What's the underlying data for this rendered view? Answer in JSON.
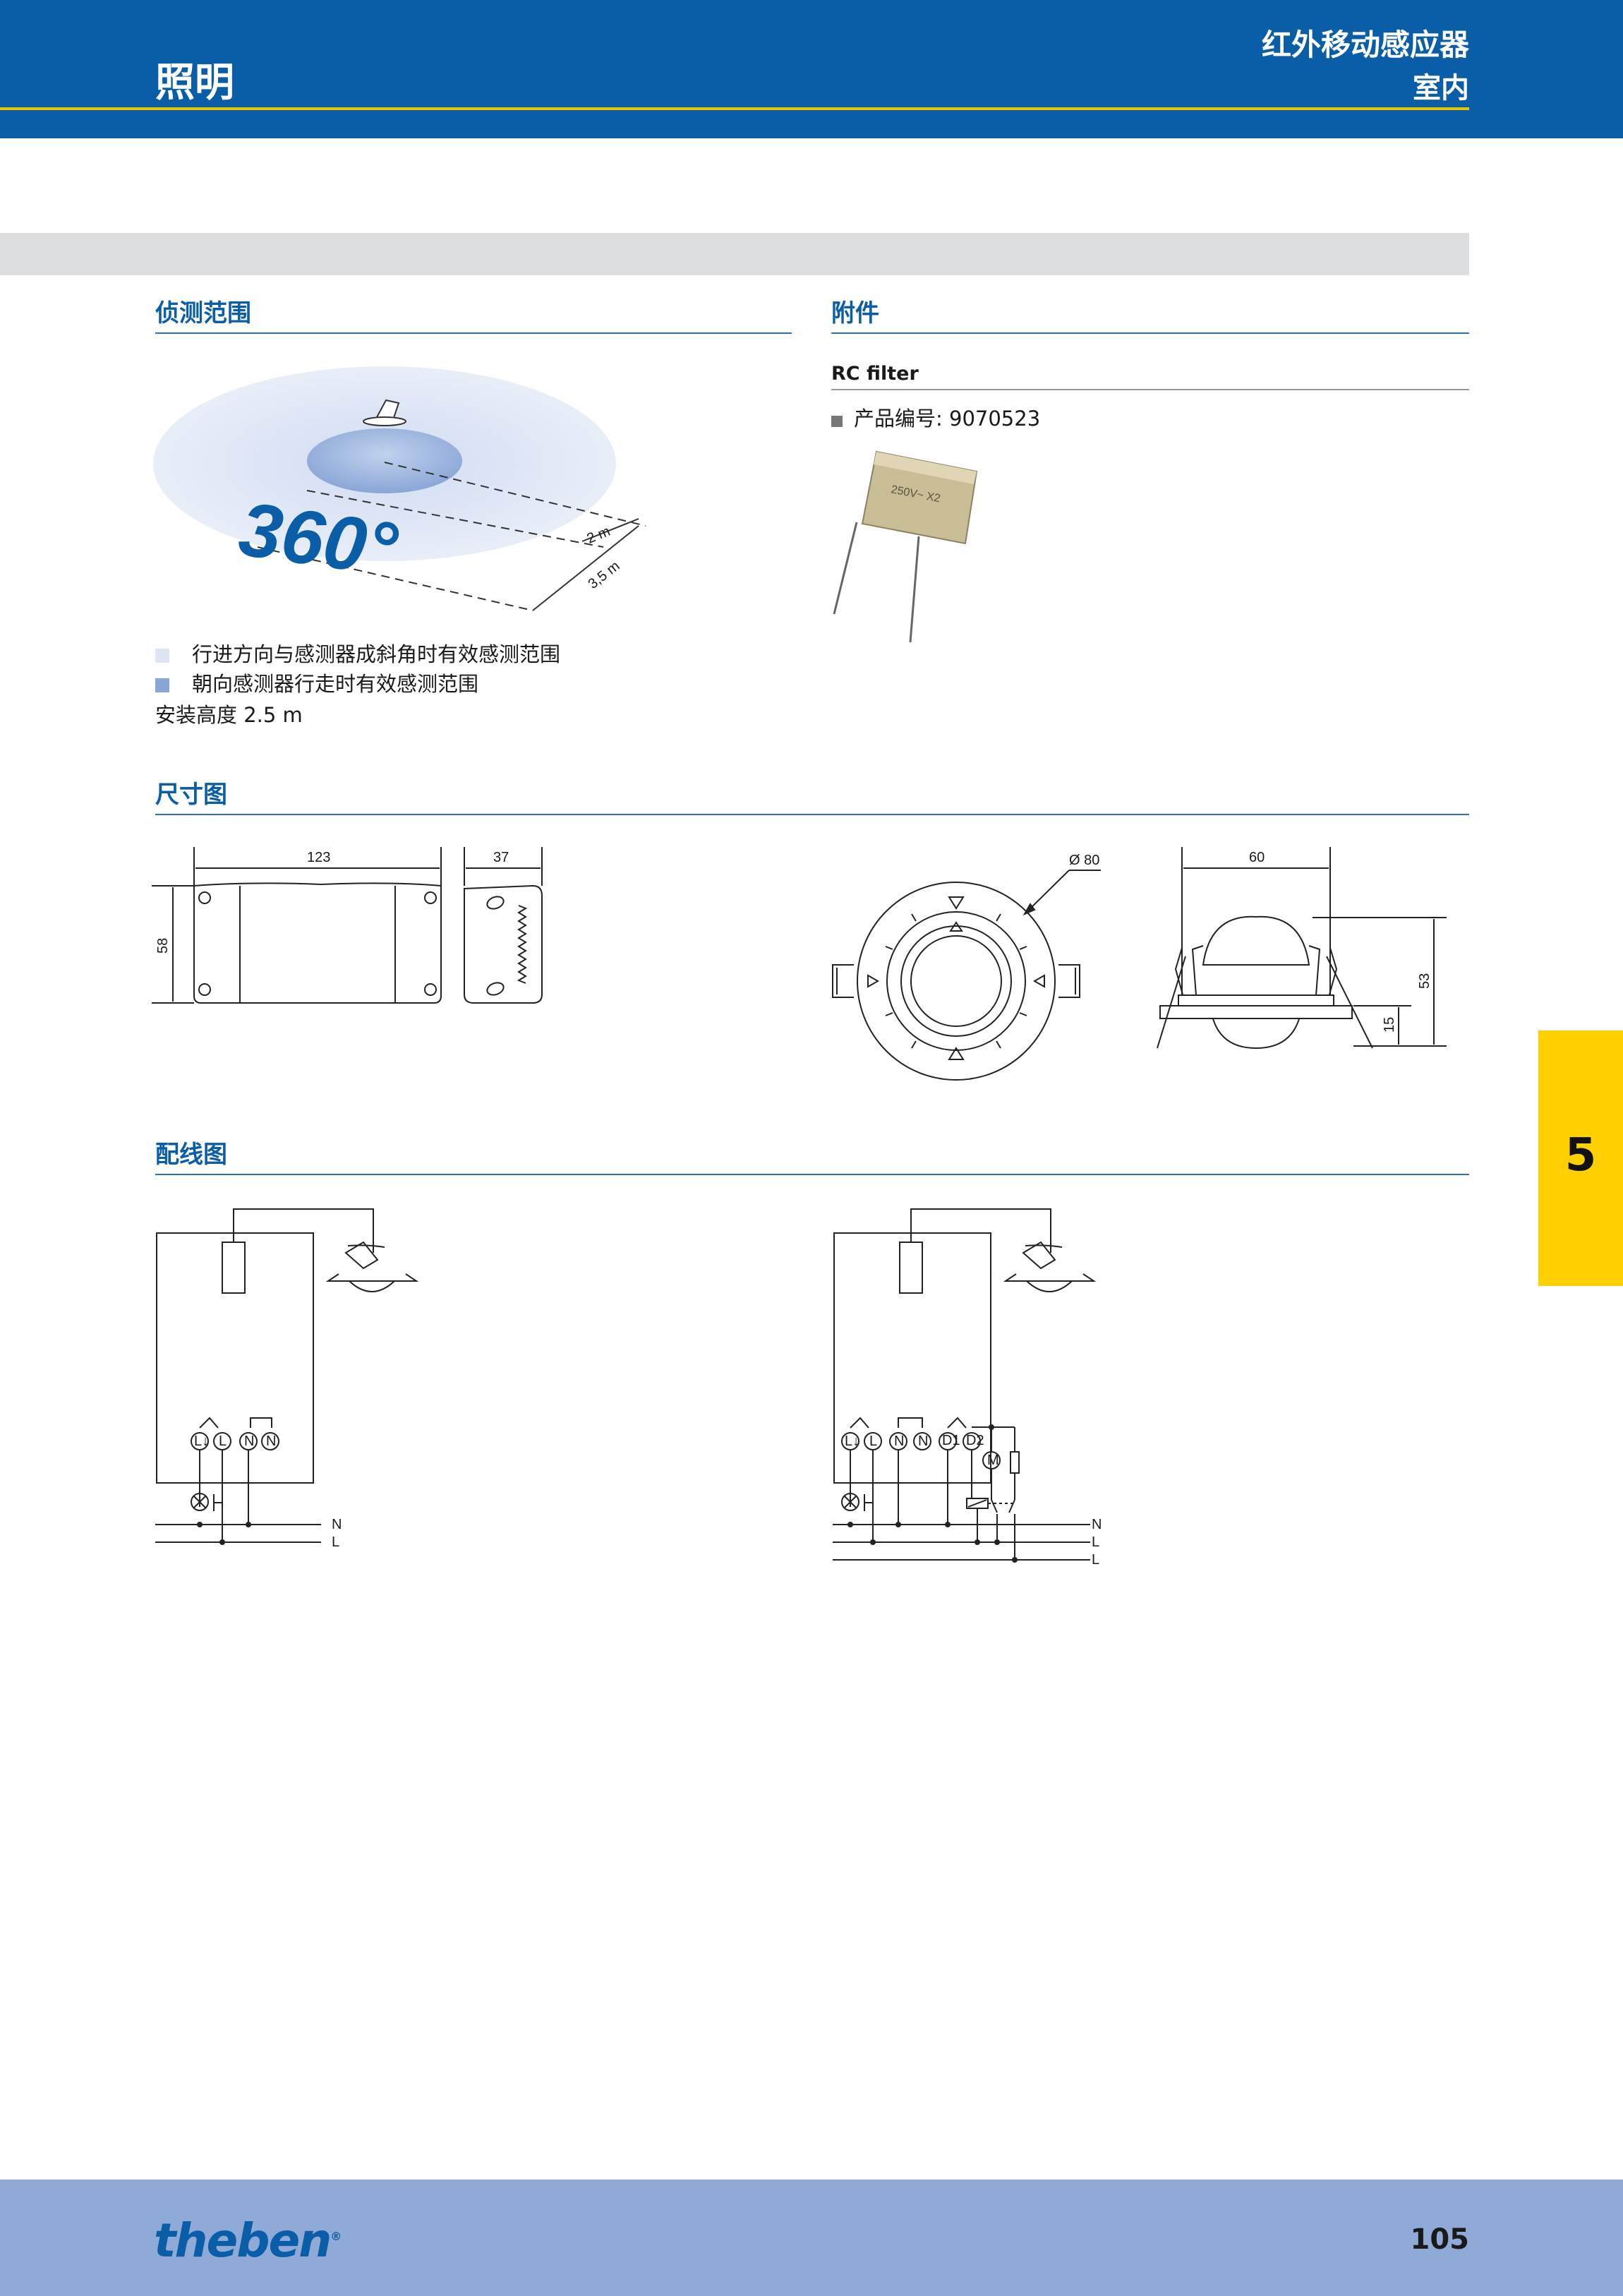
{
  "header": {
    "section": "照明",
    "product_title": "红外移动感应器",
    "product_subtitle": "室内"
  },
  "detection": {
    "title": "侦测范围",
    "angle_label": "360°",
    "dist_near": "2 m",
    "dist_far": "3,5 m",
    "legend": [
      {
        "text": "行进方向与感测器成斜角时有效感测范围",
        "color": "#dfe6f3"
      },
      {
        "text": "朝向感测器行走时有效感测范围",
        "color": "#8aa6d6"
      }
    ],
    "mount_height": "安装高度 2.5 m"
  },
  "accessories": {
    "title": "附件",
    "item_name": "RC filter",
    "item_number": "产品编号: 9070523"
  },
  "dimensions": {
    "title": "尺寸图",
    "labels": {
      "width": "123",
      "depth": "37",
      "height": "58",
      "diameter": "Ø 80",
      "mount_width": "60",
      "total_height": "53",
      "flange_height": "15"
    }
  },
  "wiring": {
    "title": "配线图",
    "diagram1_terminals": [
      "L↓",
      "L",
      "N",
      "N"
    ],
    "diagram1_rails": [
      "N",
      "L"
    ],
    "diagram2_terminals": [
      "L↓",
      "L",
      "N",
      "N",
      "D1",
      "D2"
    ],
    "diagram2_rails": [
      "N",
      "L",
      "L"
    ],
    "motor_symbol": "M"
  },
  "side_tab": {
    "number": "5",
    "color": "#ffd000"
  },
  "footer": {
    "brand": "theben",
    "page_number": "105"
  },
  "colors": {
    "brand_blue": "#0a5ea8",
    "header_rule": "#e8c400",
    "footer_bg": "#8faad6"
  }
}
